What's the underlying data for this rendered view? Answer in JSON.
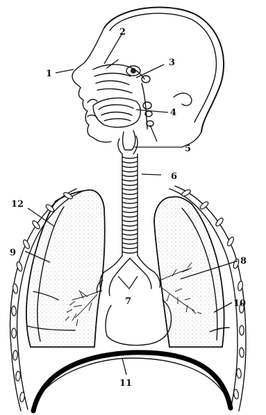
{
  "figure": {
    "labels": [
      {
        "id": "label-1",
        "text": "1"
      },
      {
        "id": "label-2",
        "text": "2"
      },
      {
        "id": "label-3",
        "text": "3"
      },
      {
        "id": "label-4",
        "text": "4"
      },
      {
        "id": "label-5",
        "text": "5"
      },
      {
        "id": "label-6",
        "text": "6"
      },
      {
        "id": "label-7",
        "text": "7"
      },
      {
        "id": "label-8",
        "text": "8"
      },
      {
        "id": "label-9",
        "text": "9"
      },
      {
        "id": "label-10",
        "text": "10"
      },
      {
        "id": "label-11",
        "text": "11"
      },
      {
        "id": "label-12",
        "text": "12"
      }
    ]
  }
}
